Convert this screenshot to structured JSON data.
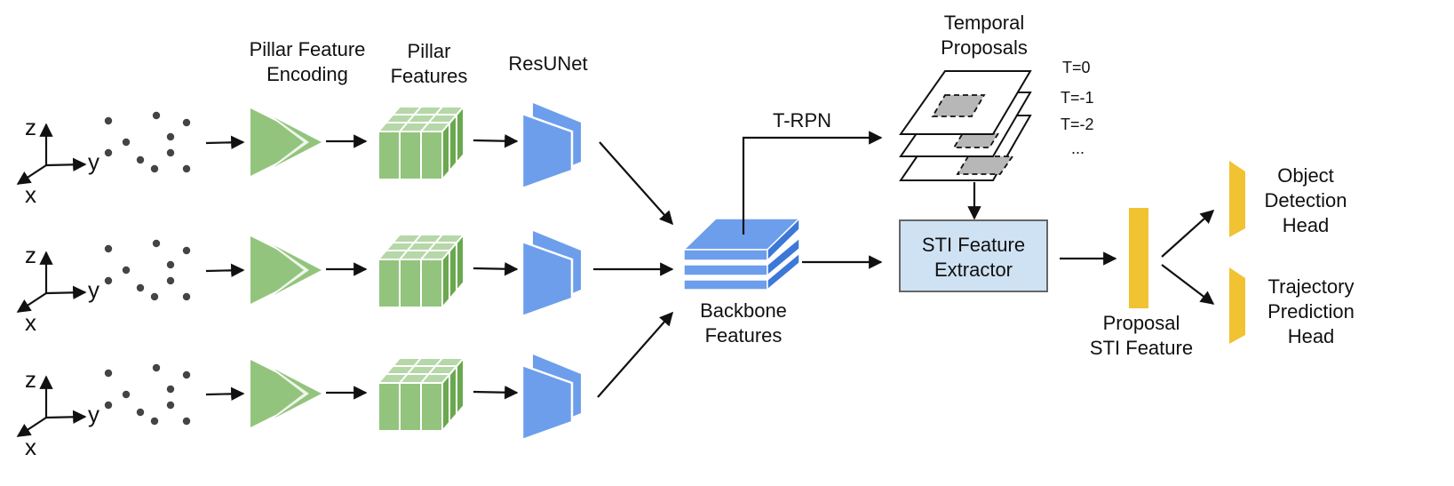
{
  "labels": {
    "pillar_feature_encoding": [
      "Pillar Feature",
      "Encoding"
    ],
    "pillar_features": [
      "Pillar",
      "Features"
    ],
    "resunet": "ResUNet",
    "t_rpn": "T-RPN",
    "temporal_proposals": [
      "Temporal",
      "Proposals"
    ],
    "time_steps": [
      "T=0",
      "T=-1",
      "T=-2",
      "..."
    ],
    "backbone_features": [
      "Backbone",
      "Features"
    ],
    "sti_extractor": [
      "STI Feature",
      "Extractor"
    ],
    "proposal_sti_feature": [
      "Proposal",
      "STI Feature"
    ],
    "object_detection_head": [
      "Object",
      "Detection",
      "Head"
    ],
    "trajectory_prediction_head": [
      "Trajectory",
      "Prediction",
      "Head"
    ],
    "axes": {
      "z": "z",
      "y": "y",
      "x": "x"
    }
  },
  "colors": {
    "green": "#93c47d",
    "green_dark": "#6aa84f",
    "green_light": "#b6d7a8",
    "blue": "#6d9eeb",
    "blue_dark": "#3c78d8",
    "extractor_fill": "#cfe2f3",
    "extractor_stroke": "#666666",
    "yellow": "#f1c232",
    "proposal_gray": "#b7b7b7",
    "ink": "#111111",
    "point": "#444444"
  },
  "icons": [
    "axis-icon",
    "point-cloud-icon",
    "pillar-encoder-icon",
    "pillar-grid-icon",
    "resunet-icon",
    "feature-stack-icon",
    "proposal-planes-icon",
    "feature-bar-icon",
    "head-icon"
  ]
}
